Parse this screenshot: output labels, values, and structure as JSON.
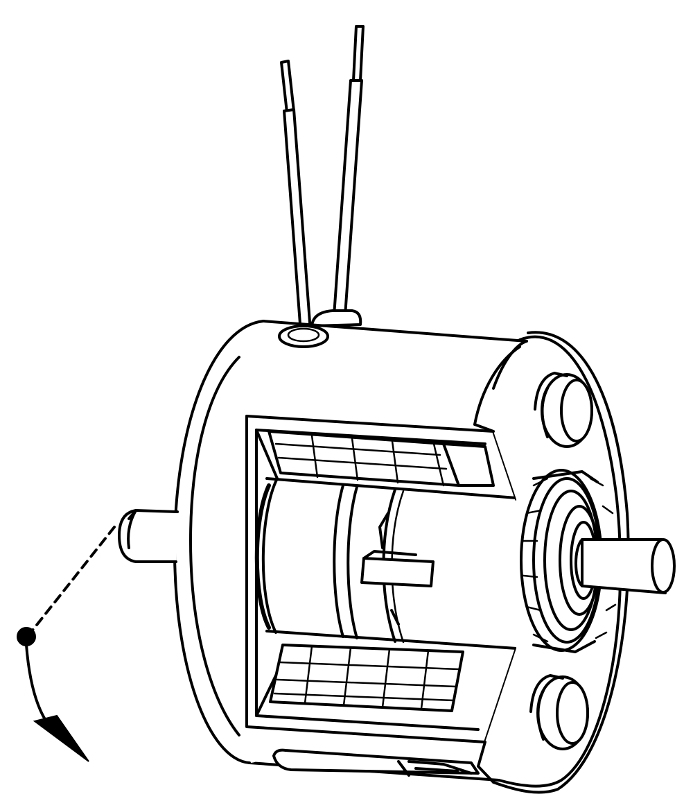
{
  "figure": {
    "subject": "slip-ring-motor-assembly",
    "line_color": "#000000",
    "background_color": "#ffffff",
    "has_text_labels": false,
    "components": [
      "lead-wire-left",
      "lead-wire-right",
      "grommet",
      "housing",
      "front-flange",
      "stator-window",
      "coil-top",
      "coil-bottom",
      "rotor",
      "rotor-key",
      "bearing-ring",
      "output-shaft",
      "rear-shaft",
      "mounting-boss-top",
      "mounting-boss-bottom",
      "bottom-clip",
      "rotation-arrow"
    ]
  }
}
